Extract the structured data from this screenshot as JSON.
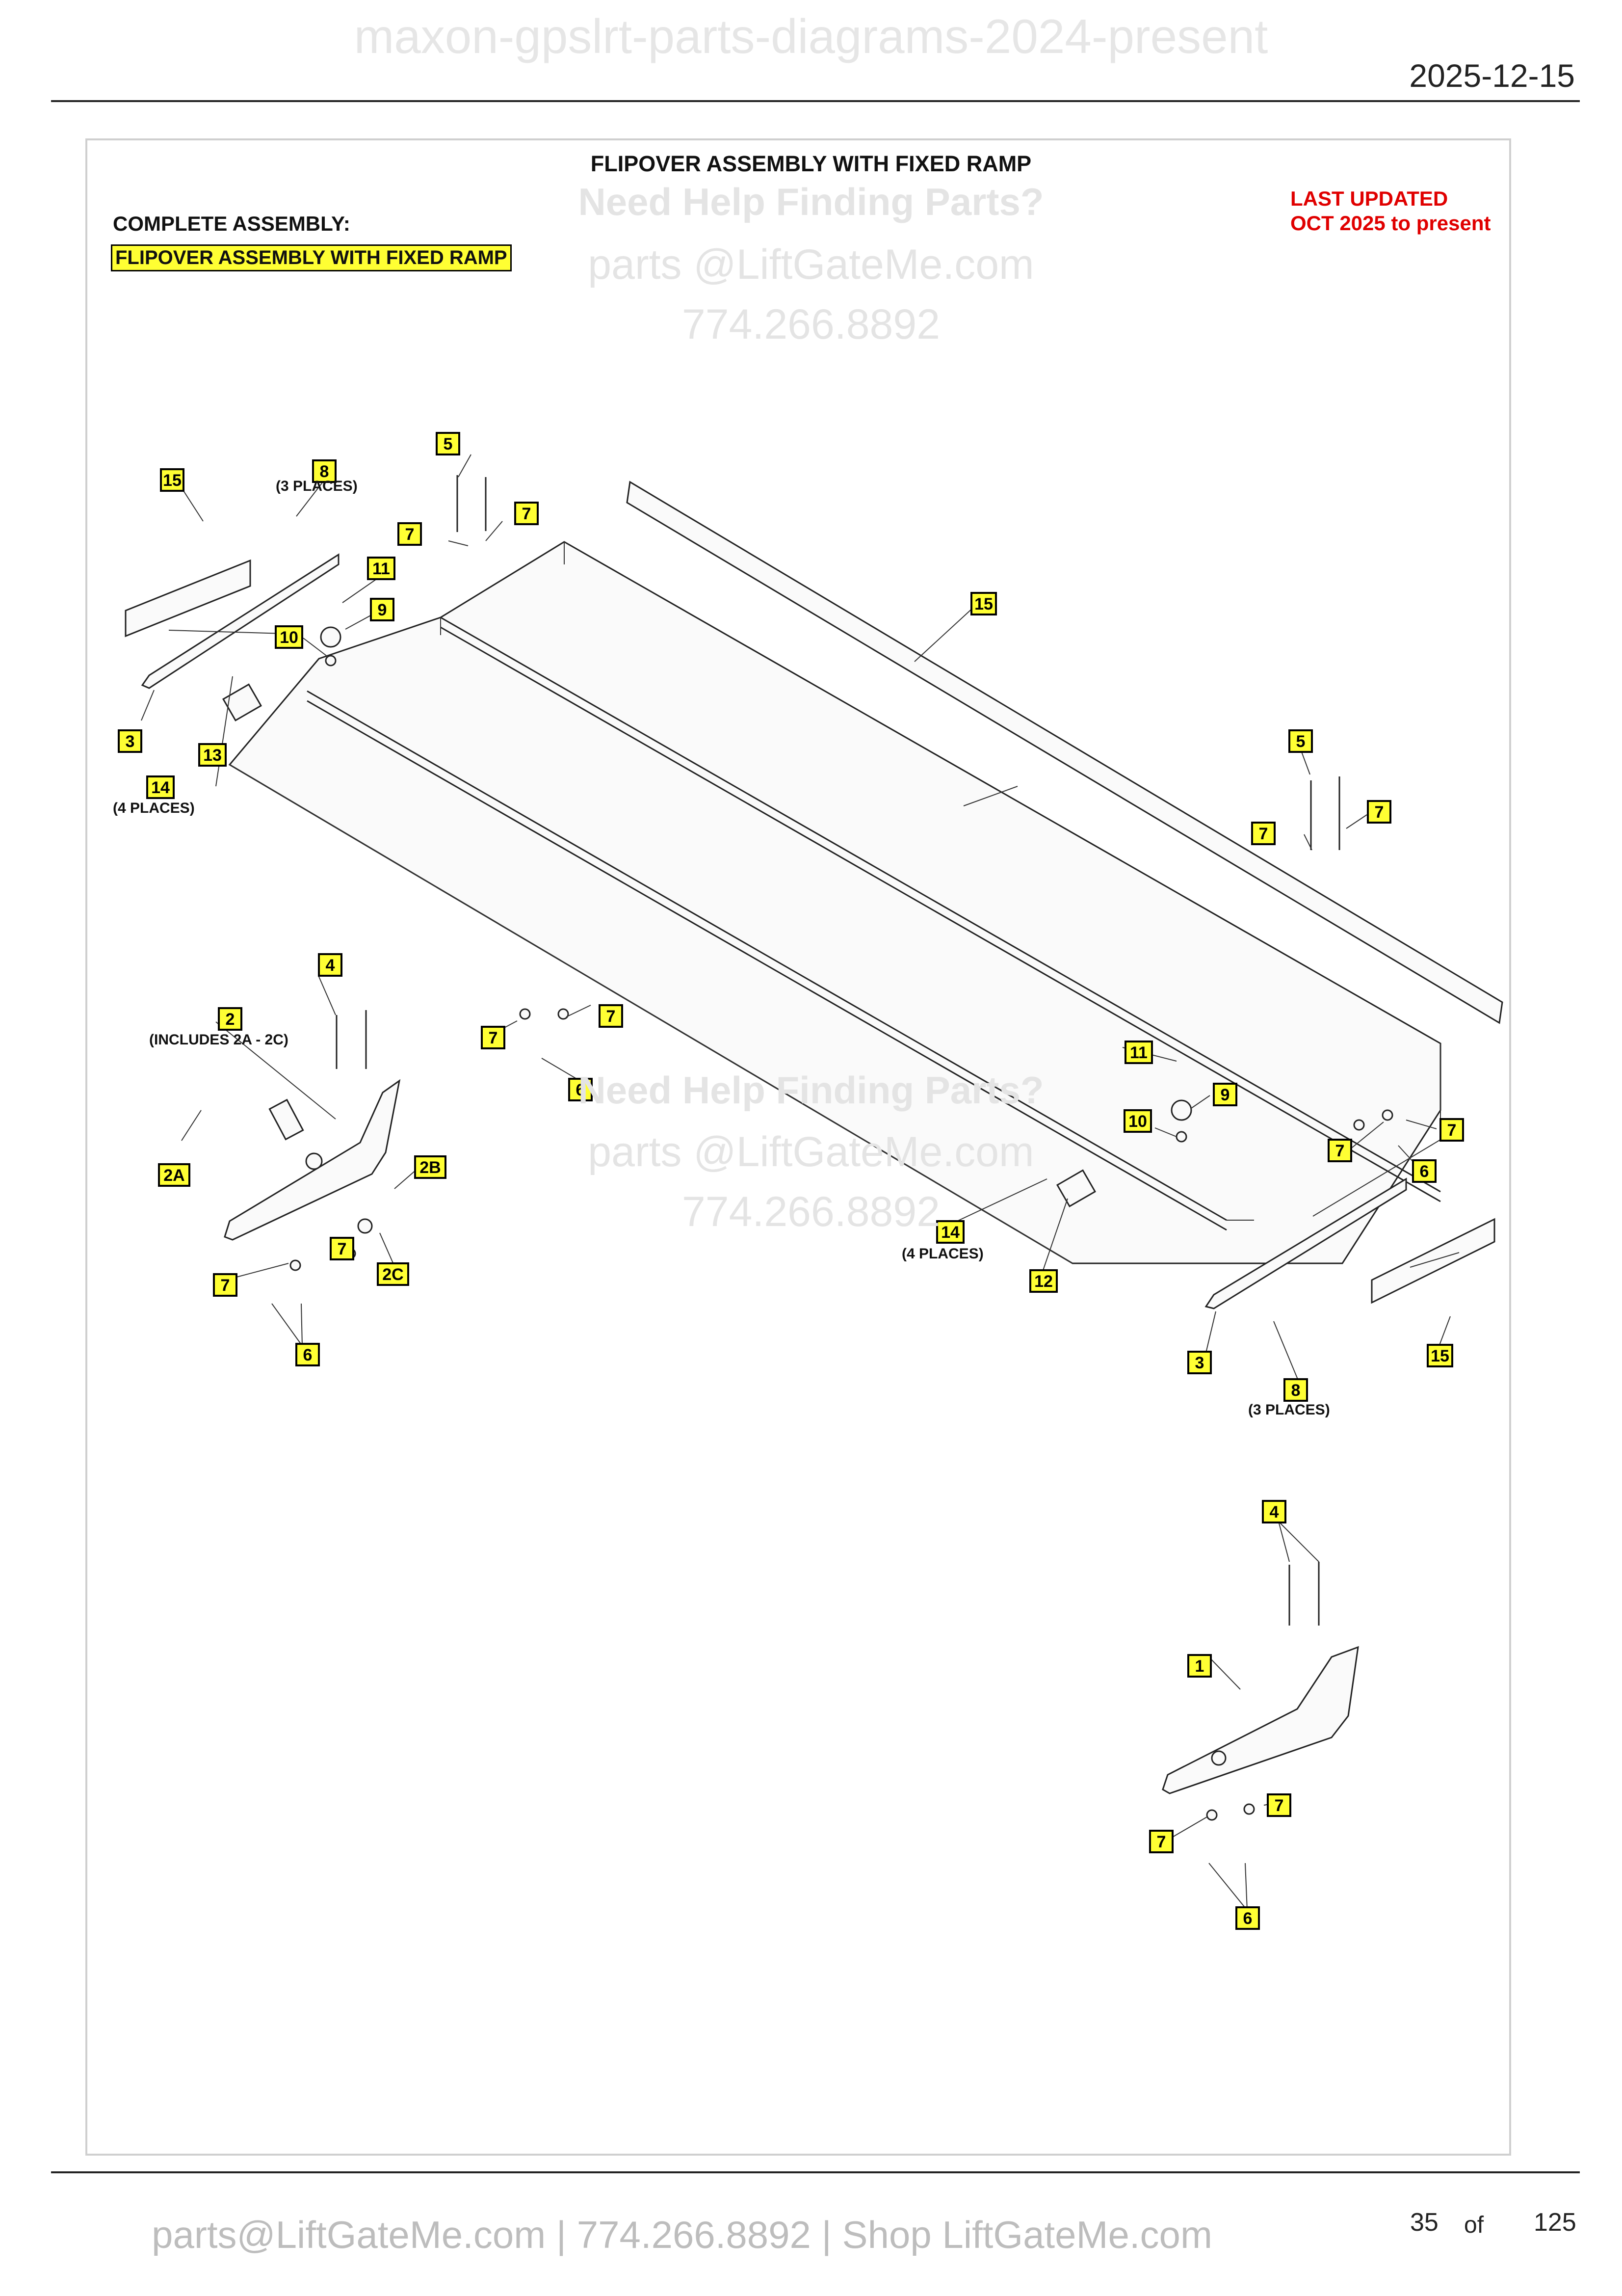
{
  "header": {
    "doc_title": "maxon-gpslrt-parts-diagrams-2024-present",
    "date": "2025-12-15"
  },
  "diagram": {
    "title": "FLIPOVER ASSEMBLY WITH FIXED RAMP",
    "complete_assembly_label": "COMPLETE ASSEMBLY:",
    "complete_assembly_name": "FLIPOVER ASSEMBLY WITH FIXED RAMP",
    "last_updated_line1": "LAST UPDATED",
    "last_updated_line2": "OCT 2025 to present",
    "watermark": {
      "line1": "Need Help Finding Parts?",
      "line2": "parts @LiftGateMe.com",
      "line3": "774.266.8892"
    },
    "callouts": [
      {
        "label": "15"
      },
      {
        "label": "8"
      },
      {
        "label": "5"
      },
      {
        "label": "7"
      },
      {
        "label": "7"
      },
      {
        "label": "11"
      },
      {
        "label": "9"
      },
      {
        "label": "10"
      },
      {
        "label": "15"
      },
      {
        "label": "3"
      },
      {
        "label": "13"
      },
      {
        "label": "14"
      },
      {
        "label": "5"
      },
      {
        "label": "7"
      },
      {
        "label": "7"
      },
      {
        "label": "4"
      },
      {
        "label": "2"
      },
      {
        "label": "7"
      },
      {
        "label": "7"
      },
      {
        "label": "6"
      },
      {
        "label": "11"
      },
      {
        "label": "9"
      },
      {
        "label": "10"
      },
      {
        "label": "7"
      },
      {
        "label": "7"
      },
      {
        "label": "6"
      },
      {
        "label": "2A"
      },
      {
        "label": "2B"
      },
      {
        "label": "7"
      },
      {
        "label": "7"
      },
      {
        "label": "2C"
      },
      {
        "label": "6"
      },
      {
        "label": "14"
      },
      {
        "label": "12"
      },
      {
        "label": "3"
      },
      {
        "label": "15"
      },
      {
        "label": "8"
      },
      {
        "label": "4"
      },
      {
        "label": "1"
      },
      {
        "label": "7"
      },
      {
        "label": "7"
      },
      {
        "label": "6"
      }
    ],
    "notes": [
      {
        "text": "(3 PLACES)"
      },
      {
        "text": "(4 PLACES)"
      },
      {
        "text": "(INCLUDES 2A - 2C)"
      },
      {
        "text": "(4 PLACES)"
      },
      {
        "text": "(3 PLACES)"
      }
    ]
  },
  "footer": {
    "contact": "parts@LiftGateMe.com | 774.266.8892 | Shop LiftGateMe.com",
    "page_current": "35",
    "page_of": "of",
    "page_total": "125"
  }
}
